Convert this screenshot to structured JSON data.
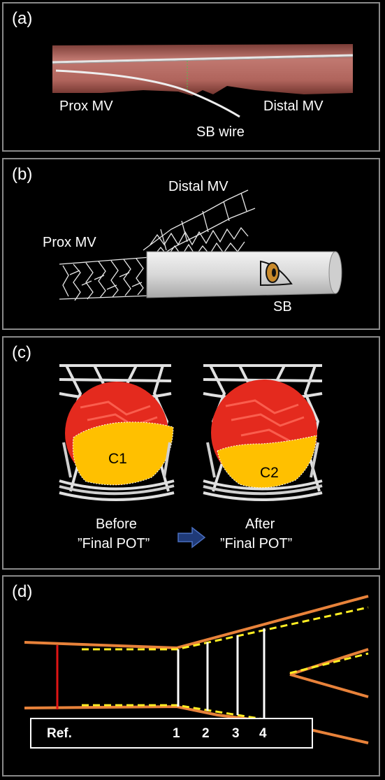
{
  "panels": {
    "a": {
      "letter": "(a)",
      "prox_label": "Prox MV",
      "distal_label": "Distal MV",
      "sb_wire_label": "SB wire"
    },
    "b": {
      "letter": "(b)",
      "distal_label": "Distal MV",
      "prox_label": "Prox MV",
      "sb_label": "SB"
    },
    "c": {
      "letter": "(c)",
      "c1_label": "C1",
      "c2_label": "C2",
      "before_line1": "Before",
      "before_line2": "”Final POT”",
      "after_line1": "After",
      "after_line2": "”Final POT”",
      "arrow_icon": "right-arrow-icon"
    },
    "d": {
      "letter": "(d)",
      "ref_label": "Ref.",
      "markers": [
        "1",
        "2",
        "3",
        "4"
      ]
    }
  },
  "colors": {
    "vessel_wall": "#e8823a",
    "guide_dash": "#ffee22",
    "ref_line": "#e01515",
    "c_area": "#ffc000",
    "ostium": "#e02020",
    "tissue": "#b86b64",
    "panel_border": "#8a8a8a"
  }
}
